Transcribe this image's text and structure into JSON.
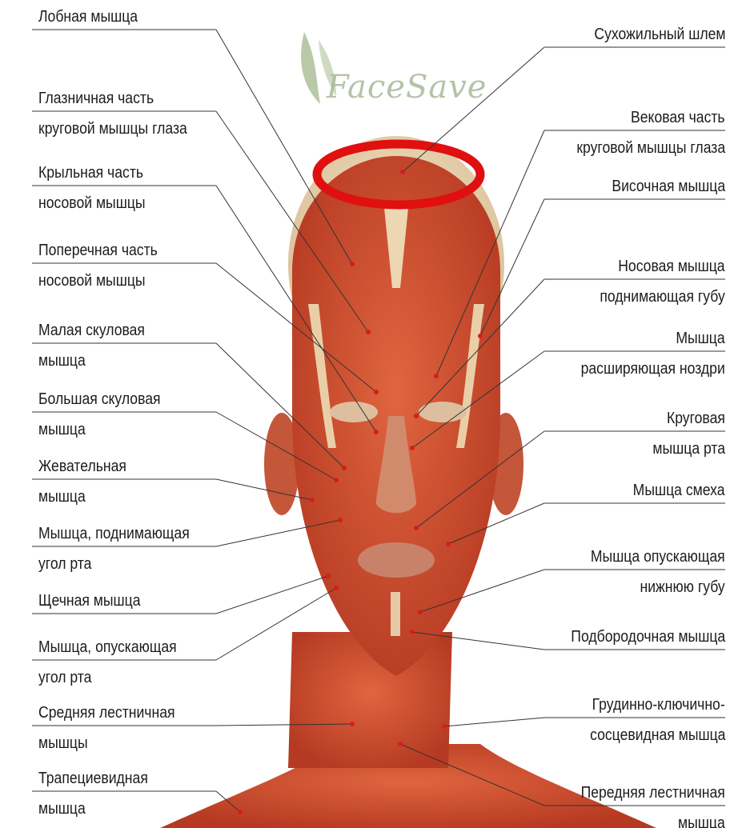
{
  "logo": {
    "text": "FaceSave"
  },
  "colors": {
    "highlight": "#e01010",
    "leader": "#333333",
    "muscle": "#c8442c",
    "skin": "#e8cfae"
  },
  "labels": {
    "left": [
      {
        "id": "frontal",
        "lines": [
          "Лобная мышца"
        ]
      },
      {
        "id": "orbital-part",
        "lines": [
          "Глазничная часть",
          "круговой мышцы глаза"
        ]
      },
      {
        "id": "alar-part",
        "lines": [
          "Крыльная часть",
          "носовой мышцы"
        ]
      },
      {
        "id": "transverse-part",
        "lines": [
          "Поперечная часть",
          "носовой мышцы"
        ]
      },
      {
        "id": "zygomatic-minor",
        "lines": [
          "Малая скуловая",
          "мышца"
        ]
      },
      {
        "id": "zygomatic-major",
        "lines": [
          "Большая скуловая",
          "мышца"
        ]
      },
      {
        "id": "masseter",
        "lines": [
          "Жевательная",
          "мышца"
        ]
      },
      {
        "id": "levator-anguli",
        "lines": [
          "Мышца, поднимающая",
          "угол рта"
        ]
      },
      {
        "id": "buccinator",
        "lines": [
          "Щечная мышца"
        ]
      },
      {
        "id": "depressor-anguli",
        "lines": [
          "Мышца, опускающая",
          "угол рта"
        ]
      },
      {
        "id": "scalene-middle",
        "lines": [
          "Средняя лестничная",
          "мышцы"
        ]
      },
      {
        "id": "trapezius",
        "lines": [
          "Трапециевидная",
          "мышца"
        ]
      }
    ],
    "right": [
      {
        "id": "galea",
        "lines": [
          "Сухожильный шлем"
        ]
      },
      {
        "id": "palpebral-part",
        "lines": [
          "Вековая часть",
          "круговой мышцы глаза"
        ]
      },
      {
        "id": "temporal",
        "lines": [
          "Височная мышца"
        ]
      },
      {
        "id": "nasal-levator",
        "lines": [
          "Носовая мышца",
          "поднимающая губу"
        ]
      },
      {
        "id": "nostril-dilator",
        "lines": [
          "Мышца",
          "расширяющая ноздри"
        ]
      },
      {
        "id": "orbicularis-oris",
        "lines": [
          "Круговая",
          "мышца рта"
        ]
      },
      {
        "id": "risorius",
        "lines": [
          "Мышца смеха"
        ]
      },
      {
        "id": "depressor-labii",
        "lines": [
          "Мышца опускающая",
          "нижнюю губу"
        ]
      },
      {
        "id": "mentalis",
        "lines": [
          "Подбородочная мышца"
        ]
      },
      {
        "id": "scm",
        "lines": [
          "Грудинно-ключично-",
          "сосцевидная мышца"
        ]
      },
      {
        "id": "scalene-anterior",
        "lines": [
          "Передняя лестничная",
          "мышца"
        ]
      }
    ]
  }
}
